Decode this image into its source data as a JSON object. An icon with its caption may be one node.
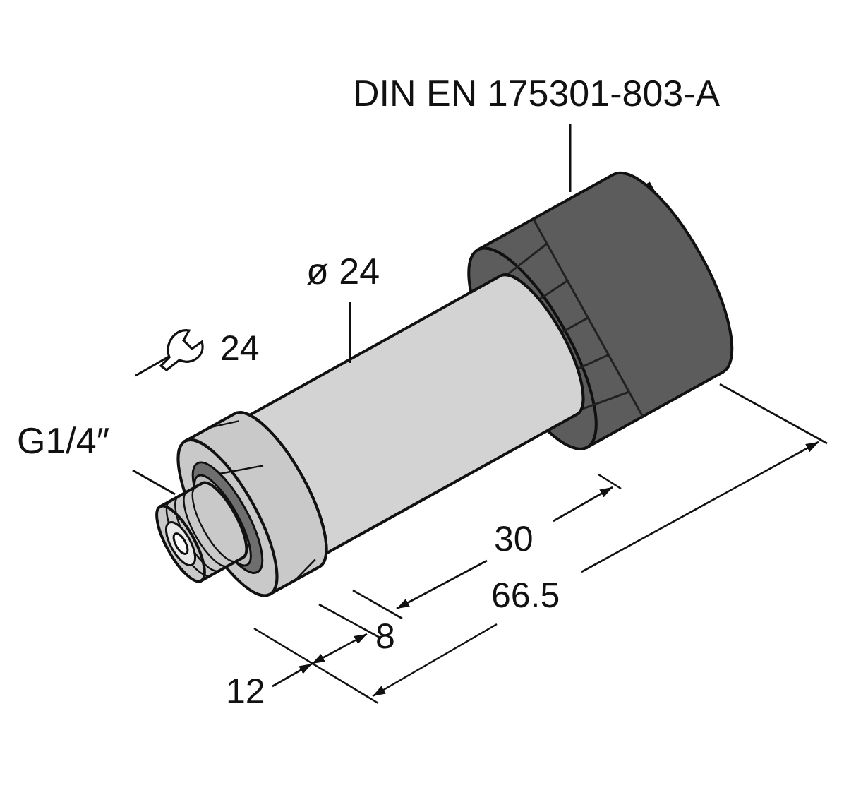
{
  "diagram": {
    "nodes": [
      {
        "text": [
          "DIN EN 175301-803-A"
        ]
      },
      {
        "text": [],
        "shape": "picture"
      },
      {
        "text": [
          "ø 24"
        ]
      },
      {
        "text": [],
        "shape": "picture"
      },
      {
        "text": [
          "G1/4″"
        ]
      },
      {
        "text": [],
        "shape": "picture"
      }
    ],
    "edges": [
      {
        "from": 0,
        "to": 1,
        "arrow": "none"
      },
      {
        "from": 2,
        "to": 3,
        "arrow": "none"
      },
      {
        "from": 4,
        "to": 5,
        "arrow": "none"
      }
    ],
    "labels": [
      "24",
      "30",
      "66.5",
      "8",
      "12"
    ]
  }
}
